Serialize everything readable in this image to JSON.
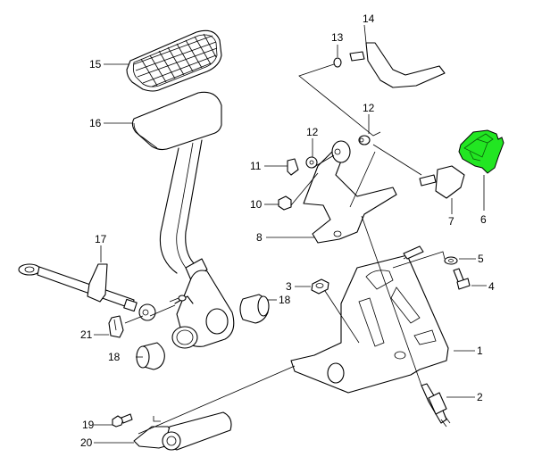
{
  "diagram": {
    "title": "Brake pedal assembly exploded view",
    "highlight_color": "#22e622",
    "highlighted_part": "6",
    "callouts": [
      {
        "id": "c1",
        "label": "1"
      },
      {
        "id": "c2",
        "label": "2"
      },
      {
        "id": "c3",
        "label": "3"
      },
      {
        "id": "c4",
        "label": "4"
      },
      {
        "id": "c5",
        "label": "5"
      },
      {
        "id": "c6",
        "label": "6"
      },
      {
        "id": "c7",
        "label": "7"
      },
      {
        "id": "c8",
        "label": "8"
      },
      {
        "id": "c10",
        "label": "10"
      },
      {
        "id": "c11",
        "label": "11"
      },
      {
        "id": "c12a",
        "label": "12"
      },
      {
        "id": "c12b",
        "label": "12"
      },
      {
        "id": "c13",
        "label": "13"
      },
      {
        "id": "c14",
        "label": "14"
      },
      {
        "id": "c15",
        "label": "15"
      },
      {
        "id": "c16",
        "label": "16"
      },
      {
        "id": "c17",
        "label": "17"
      },
      {
        "id": "c18a",
        "label": "18"
      },
      {
        "id": "c18b",
        "label": "18"
      },
      {
        "id": "c19",
        "label": "19"
      },
      {
        "id": "c20",
        "label": "20"
      },
      {
        "id": "c21",
        "label": "21"
      }
    ]
  }
}
